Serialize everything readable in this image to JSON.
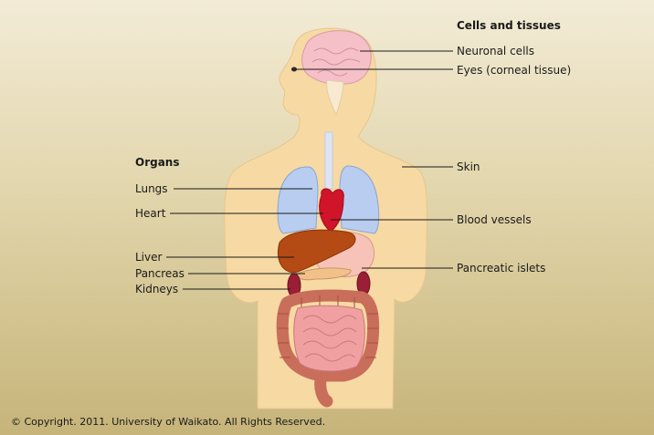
{
  "headings": {
    "cells": "Cells and tissues",
    "organs": "Organs"
  },
  "labels": {
    "neuronal": "Neuronal cells",
    "eyes": "Eyes (corneal tissue)",
    "skin": "Skin",
    "blood_vessels": "Blood vessels",
    "pancreatic_islets": "Pancreatic islets",
    "lungs": "Lungs",
    "heart": "Heart",
    "liver": "Liver",
    "pancreas": "Pancreas",
    "kidneys": "Kidneys"
  },
  "copyright": "© Copyright. 2011. University of Waikato. All Rights Reserved.",
  "colors": {
    "skin": "#f6d9a3",
    "brain": "#f5c0c8",
    "lungs": "#b8cdf0",
    "heart": "#d0142a",
    "liver": "#b44a14",
    "intestine": "#f0a0a0",
    "colon": "#c86e5a",
    "kidney": "#9a1e36"
  }
}
